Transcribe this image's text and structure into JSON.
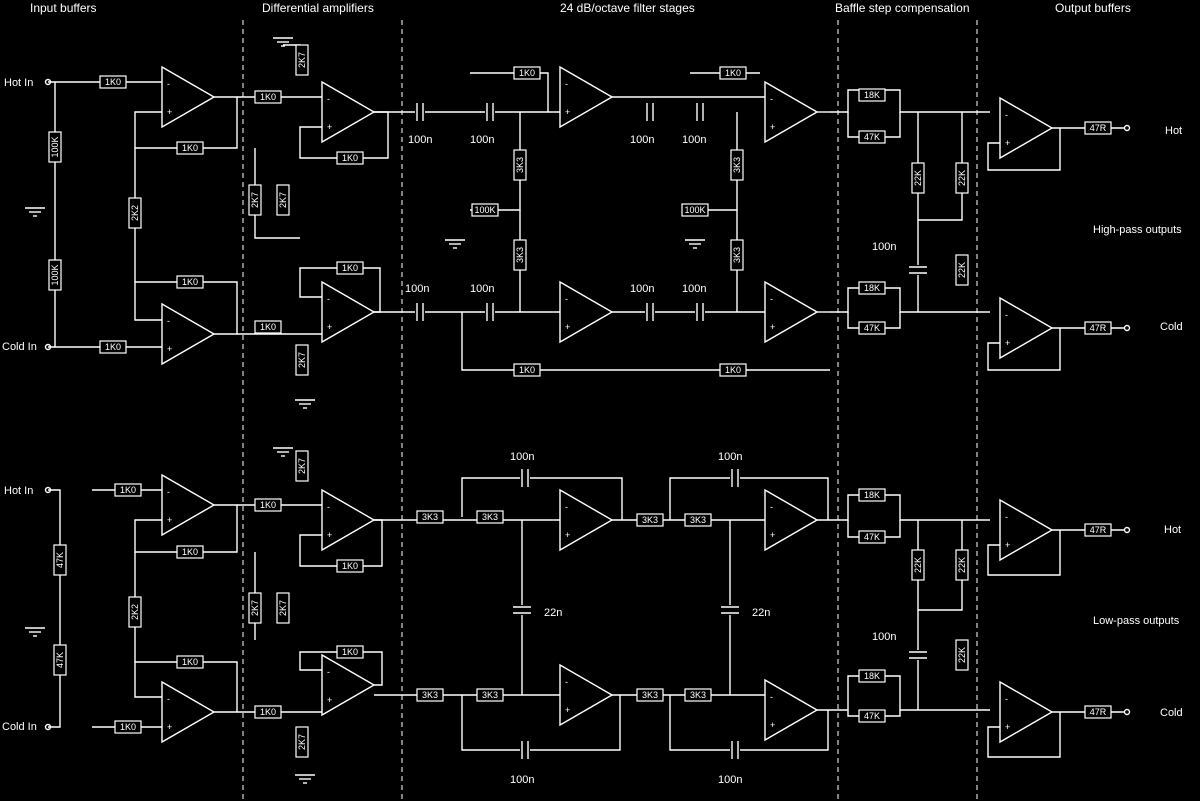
{
  "sections": [
    "Input buffers",
    "Differential amplifiers",
    "24 dB/octave filter stages",
    "Baffle step compensation",
    "Output buffers"
  ],
  "io": {
    "hot_in": "Hot In",
    "cold_in": "Cold In",
    "hot_out": "Hot",
    "cold_out": "Cold",
    "highpass_label": "High-pass outputs",
    "lowpass_label": "Low-pass outputs"
  },
  "values": {
    "r1k": "1K0",
    "r100k": "100K",
    "r2k2": "2K2",
    "r2k7": "2K7",
    "r3k3": "3K3",
    "r18k": "18K",
    "r47k": "47K",
    "r22k": "22K",
    "r47r": "47R",
    "r47k_pot": "47K",
    "c100n": "100n",
    "c22n": "22n"
  }
}
